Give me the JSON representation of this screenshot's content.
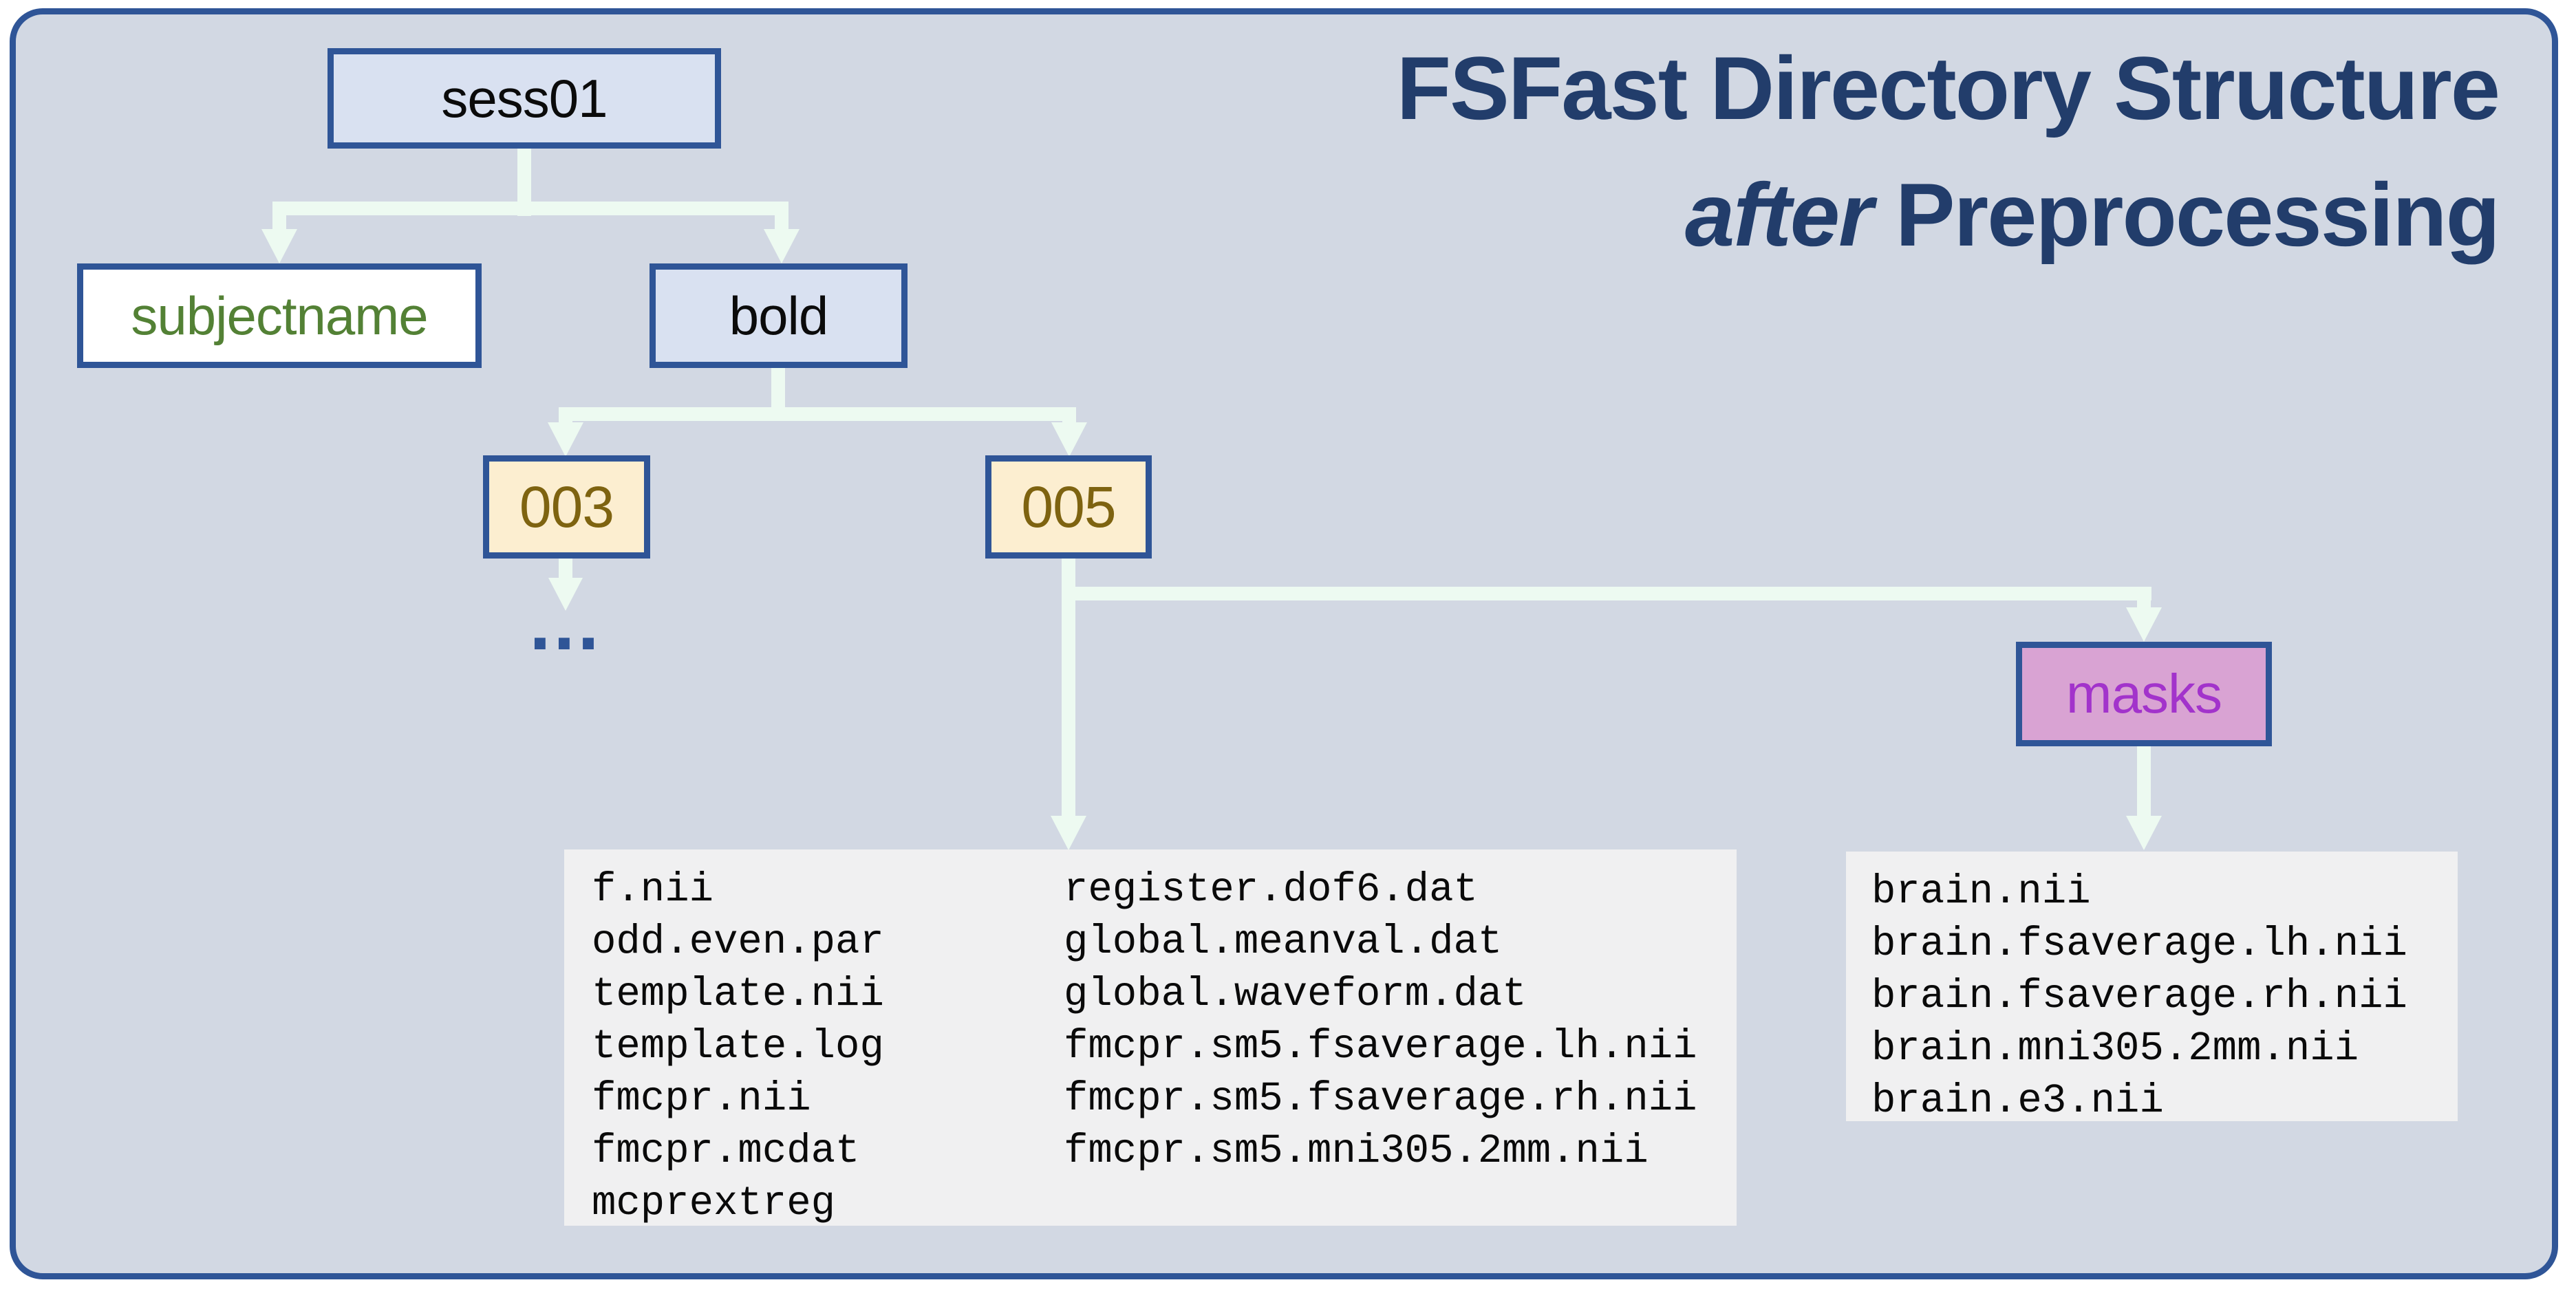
{
  "title": {
    "line1": "FSFast Directory Structure",
    "line2_italic": "after",
    "line2_rest": " Preprocessing"
  },
  "tree": {
    "session_label": "sess01",
    "subjectname_label": "subjectname",
    "bold_label": "bold",
    "run003_label": "003",
    "run005_label": "005",
    "more_runs_ellipsis": "...",
    "masks_label": "masks"
  },
  "files": {
    "run005_col1": [
      "f.nii",
      "odd.even.par",
      "template.nii",
      "template.log",
      "fmcpr.nii",
      "fmcpr.mcdat",
      "mcprextreg"
    ],
    "run005_col2": [
      "register.dof6.dat",
      "global.meanval.dat",
      "global.waveform.dat",
      "fmcpr.sm5.fsaverage.lh.nii",
      "fmcpr.sm5.fsaverage.rh.nii",
      "fmcpr.sm5.mni305.2mm.nii"
    ],
    "masks_files": [
      "brain.nii",
      "brain.fsaverage.lh.nii",
      "brain.fsaverage.rh.nii",
      "brain.mni305.2mm.nii",
      "brain.e3.nii"
    ]
  },
  "colors": {
    "bg": "#d2d8e3",
    "frame": "#2f5597",
    "navy": "#223d6b",
    "arrow": "#edfaf1",
    "periwinkle": "#d9e1f1",
    "cream": "#fceed0",
    "gold": "#7e6310",
    "green": "#538135",
    "orchid": "#d9a3d3",
    "purple": "#a233cb",
    "filebox": "#f0f0f1"
  }
}
